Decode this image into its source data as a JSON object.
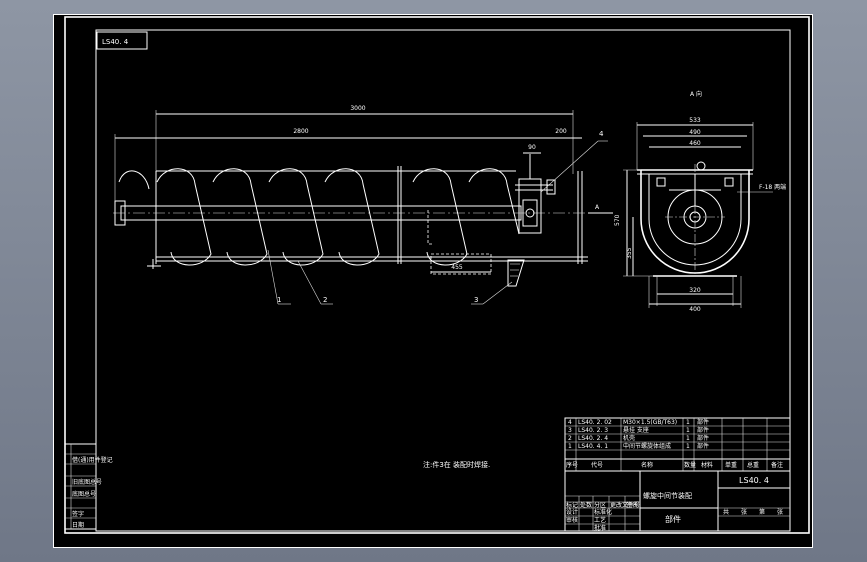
{
  "drawing": {
    "code_box": "LS40. 4",
    "view_label": "A 向",
    "note": "注:件3在 装配时焊接.",
    "dims_side": {
      "overall": "3000",
      "inner": "2800",
      "end_ext": "200",
      "hanger": "90",
      "gap": "455",
      "axis_a": "A"
    },
    "dims_end": {
      "top_outer": "533",
      "top_mid": "490",
      "top_inner": "460",
      "height": "570",
      "lower": "355",
      "bottom_inner": "320",
      "bottom_outer": "400",
      "flange": "F-18 两端"
    },
    "balloons": [
      "1",
      "2",
      "3",
      "4"
    ]
  },
  "title_block": {
    "bom_rows": [
      {
        "no": "4",
        "code": "LS40. 2. 02",
        "name": "M30×1.5(GB/T63)",
        "qty": "1",
        "material": "部件"
      },
      {
        "no": "3",
        "code": "LS40. 2. 3",
        "name": "悬挂 支座",
        "qty": "1",
        "material": "部件"
      },
      {
        "no": "2",
        "code": "LS40. 2. 4",
        "name": "机壳",
        "qty": "1",
        "material": "部件"
      },
      {
        "no": "1",
        "code": "LS40. 4. 1",
        "name": "中间节螺旋体组成",
        "qty": "1",
        "material": "部件"
      }
    ],
    "headers": {
      "no": "序号",
      "code": "代号",
      "name": "名称",
      "qty": "数量",
      "material": "材料",
      "unit_weight": "单重",
      "total_weight": "总重",
      "remark": "备注"
    },
    "drawing_code": "LS40. 4",
    "drawing_title": "螺旋中间节装配",
    "category": "部件",
    "sign_labels": [
      "标记",
      "处数",
      "分区",
      "更改文件号",
      "签名",
      "年月日"
    ],
    "role_labels": [
      "设计",
      "标准化",
      "审核",
      "工艺",
      "批准"
    ],
    "scale_cells": [
      "共",
      "张",
      "第",
      "张"
    ]
  },
  "left_strip": {
    "labels": [
      "借(通)用件登记",
      "旧底图总号",
      "底图总号",
      "签字",
      "日期"
    ]
  }
}
